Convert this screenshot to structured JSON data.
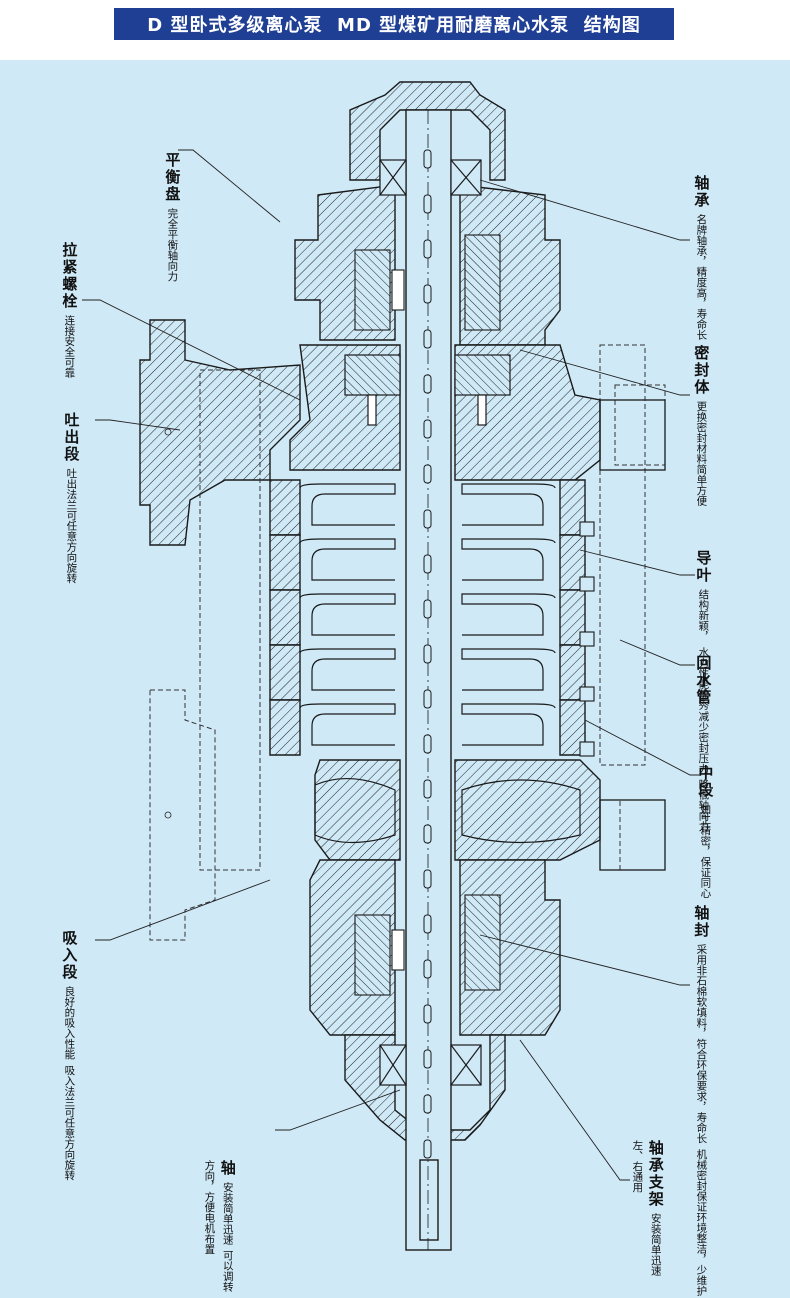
{
  "title": "D 型卧式多级离心泵  MD 型煤矿用耐磨离心水泵  结构图",
  "colors": {
    "title_bg": "#1f3f95",
    "panel_bg": "#cfe9f7",
    "line": "#1a1a1a"
  },
  "labels": {
    "pinghengpan": {
      "name": "平衡盘",
      "desc": [
        "完全平衡轴向力"
      ]
    },
    "lajinluoshuan": {
      "name": "拉紧螺栓",
      "desc": [
        "连接安全可靠"
      ]
    },
    "tuchuduan": {
      "name": "吐出段",
      "desc": [
        "吐出法兰可任意方向旋转"
      ]
    },
    "xirduan": {
      "name": "吸入段",
      "desc": [
        "良好的吸入性能",
        "吸入法兰可任意方向旋转"
      ]
    },
    "zhou": {
      "name": "轴",
      "desc": [
        "安装简单迅速",
        "可以调转方向，方便电机布置"
      ]
    },
    "zhoucheng": {
      "name": "轴承",
      "desc": [
        "名牌轴承，精度高，寿命长"
      ]
    },
    "mifengti": {
      "name": "密封体",
      "desc": [
        "更换密封材料简单方便"
      ]
    },
    "daoye": {
      "name": "导叶",
      "desc": [
        "结构新颖，",
        "水力性能优秀"
      ]
    },
    "huishuiguan": {
      "name": "回水管",
      "desc": [
        "减少密封压力",
        "降低轴向力"
      ]
    },
    "zhongduan": {
      "name": "中段",
      "desc": [
        "加工精密，保证同心"
      ]
    },
    "zhoufeng": {
      "name": "轴封",
      "desc": [
        "采用非石棉软填料，符合环保要求，寿命长",
        "机械密封保证环境整洁，少维护"
      ]
    },
    "zhouchengzhijia": {
      "name": "轴承支架",
      "desc": [
        "安装简单迅速",
        "左、右通用"
      ]
    }
  }
}
